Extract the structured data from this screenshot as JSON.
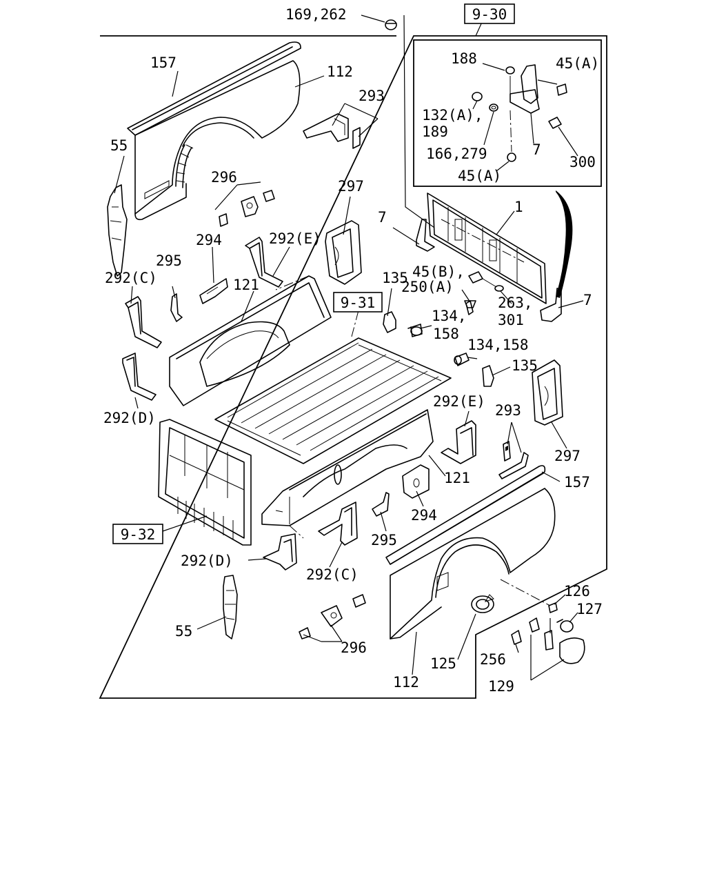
{
  "labels": {
    "l169_262": "169,262",
    "l157_top": "157",
    "l112_top": "112",
    "l293_top": "293",
    "l55_top": "55",
    "l296_top": "296",
    "l297_top": "297",
    "l294_top": "294",
    "l292e_top": "292(E)",
    "l295_top": "295",
    "l292c_top": "292(C)",
    "l121_top": "121",
    "l292d_top": "292(D)",
    "l7_a": "7",
    "l1": "1",
    "l135_top": "135",
    "l45b": "45(B),",
    "l250a": "250(A)",
    "l263": "263,",
    "l301": "301",
    "l7_b": "7",
    "l134a": "134,",
    "l158a": "158",
    "l134_158": "134,158",
    "l135_b": "135",
    "l292e_b": "292(E)",
    "l293_b": "293",
    "l297_b": "297",
    "l157_b": "157",
    "l121_b": "121",
    "l294_b": "294",
    "l295_b": "295",
    "l292d_b": "292(D)",
    "l292c_b": "292(C)",
    "l126": "126",
    "l127": "127",
    "l55_b": "55",
    "l296_b": "296",
    "l125": "125",
    "l256": "256",
    "l112_b": "112",
    "l129": "129",
    "in188": "188",
    "in45a_top": "45(A)",
    "in132a": "132(A),",
    "in189": "189",
    "in166": "166,279",
    "in7": "7",
    "in300": "300",
    "in45a_bot": "45(A)"
  },
  "refs": {
    "r9_30": "9-30",
    "r9_31": "9-31",
    "r9_32": "9-32"
  }
}
